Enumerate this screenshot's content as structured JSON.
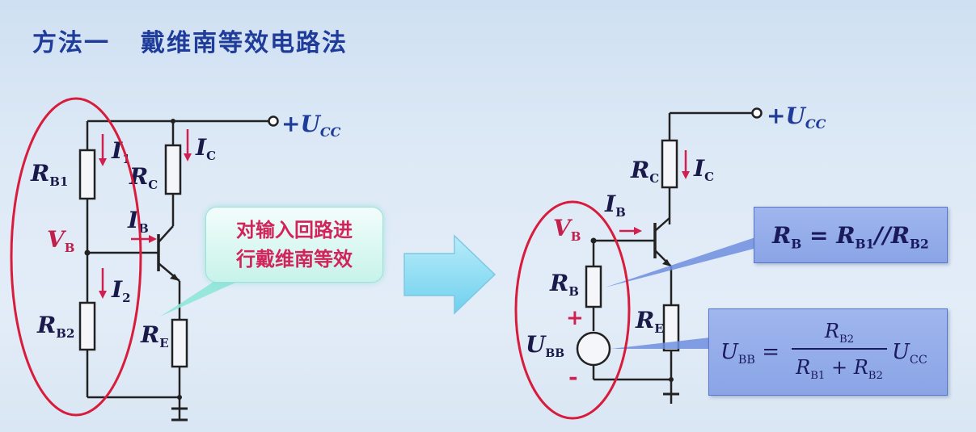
{
  "header": {
    "title_1": "方法一",
    "title_2": "戴维南等效电路法"
  },
  "left_circuit": {
    "supply": "+U",
    "supply_sub": "CC",
    "rb1": "R",
    "rb1_sub": "B1",
    "rb2": "R",
    "rb2_sub": "B2",
    "rc": "R",
    "rc_sub": "C",
    "re": "R",
    "re_sub": "E",
    "vb": "V",
    "vb_sub": "B",
    "i1": "I",
    "i1_sub": "1",
    "i2": "I",
    "i2_sub": "2",
    "ib": "I",
    "ib_sub": "B",
    "ic": "I",
    "ic_sub": "C"
  },
  "callout": {
    "line1": "对输入回路进",
    "line2": "行戴维南等效"
  },
  "right_circuit": {
    "supply": "+U",
    "supply_sub": "CC",
    "rc": "R",
    "rc_sub": "C",
    "ic": "I",
    "ic_sub": "C",
    "ib": "I",
    "ib_sub": "B",
    "vb": "V",
    "vb_sub": "B",
    "rb": "R",
    "rb_sub": "B",
    "re": "R",
    "re_sub": "E",
    "ubb": "U",
    "ubb_sub": "BB",
    "plus": "+",
    "minus": "-"
  },
  "formulas": {
    "rb_lhs": "R",
    "rb_lhs_sub": "B",
    "rb_eq": " = ",
    "rb_r1": "R",
    "rb_r1_sub": "B1",
    "rb_par": "//",
    "rb_r2": "R",
    "rb_r2_sub": "B2",
    "ubb_lhs": "U",
    "ubb_lhs_sub": "BB",
    "ubb_eq": " =",
    "num": "R",
    "num_sub": "B2",
    "den_r1": "R",
    "den_r1_sub": "B1",
    "den_plus": " + ",
    "den_r2": "R",
    "den_r2_sub": "B2",
    "rhs": "U",
    "rhs_sub": "CC"
  },
  "colors": {
    "wire": "#222222",
    "current_arrow": "#d02050",
    "highlight_ellipse": "#d81c3c",
    "title": "#1f3c9a"
  }
}
